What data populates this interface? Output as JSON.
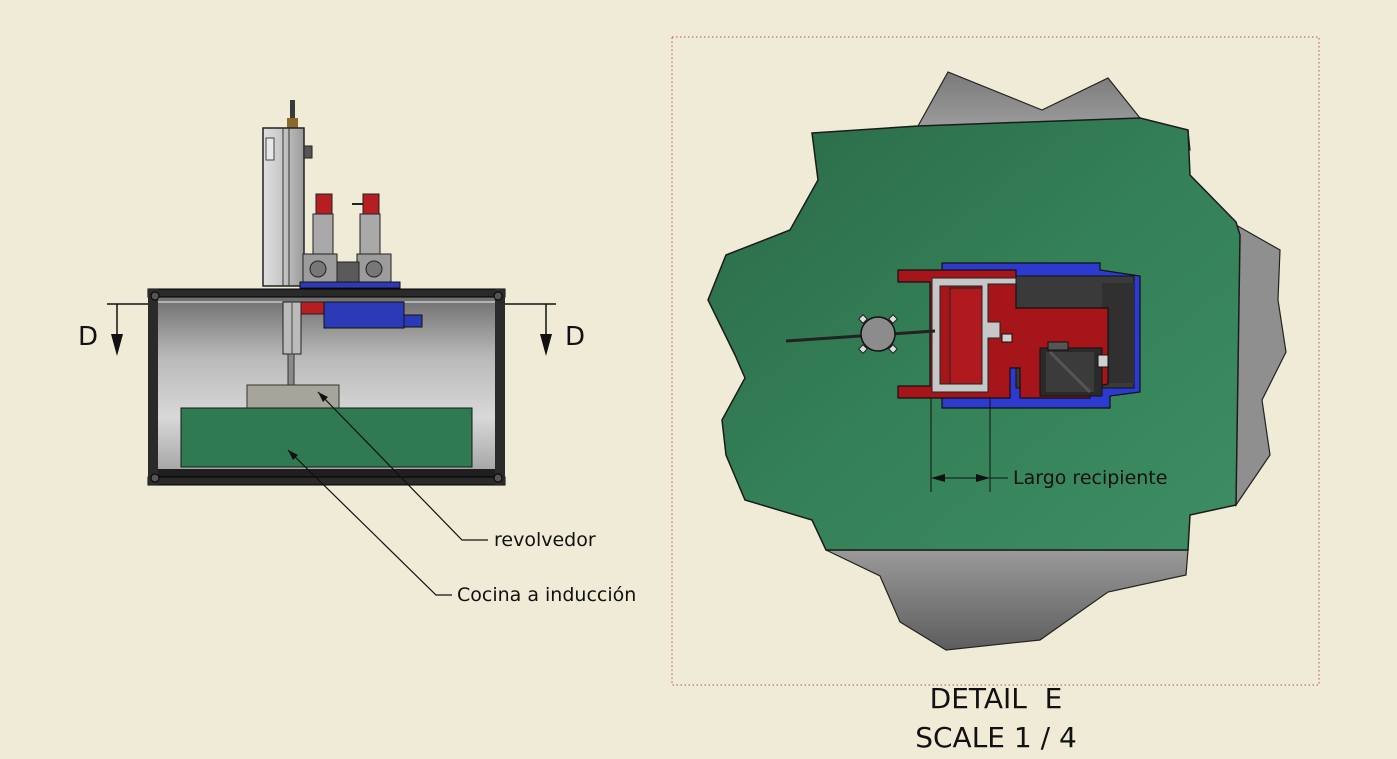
{
  "section_labels": {
    "left": "D",
    "right": "D"
  },
  "callouts": {
    "stirrer": "revolvedor",
    "cooktop": "Cocina a inducción"
  },
  "detail": {
    "dimension_label": "Largo recipiente",
    "title": "DETAIL  E",
    "scale": "SCALE 1 / 4"
  },
  "colors": {
    "background": "#efebd7",
    "green": "#2e7451",
    "red": "#a4161a",
    "blue": "#2838c8",
    "gray_metal": "#9a9a9a"
  }
}
